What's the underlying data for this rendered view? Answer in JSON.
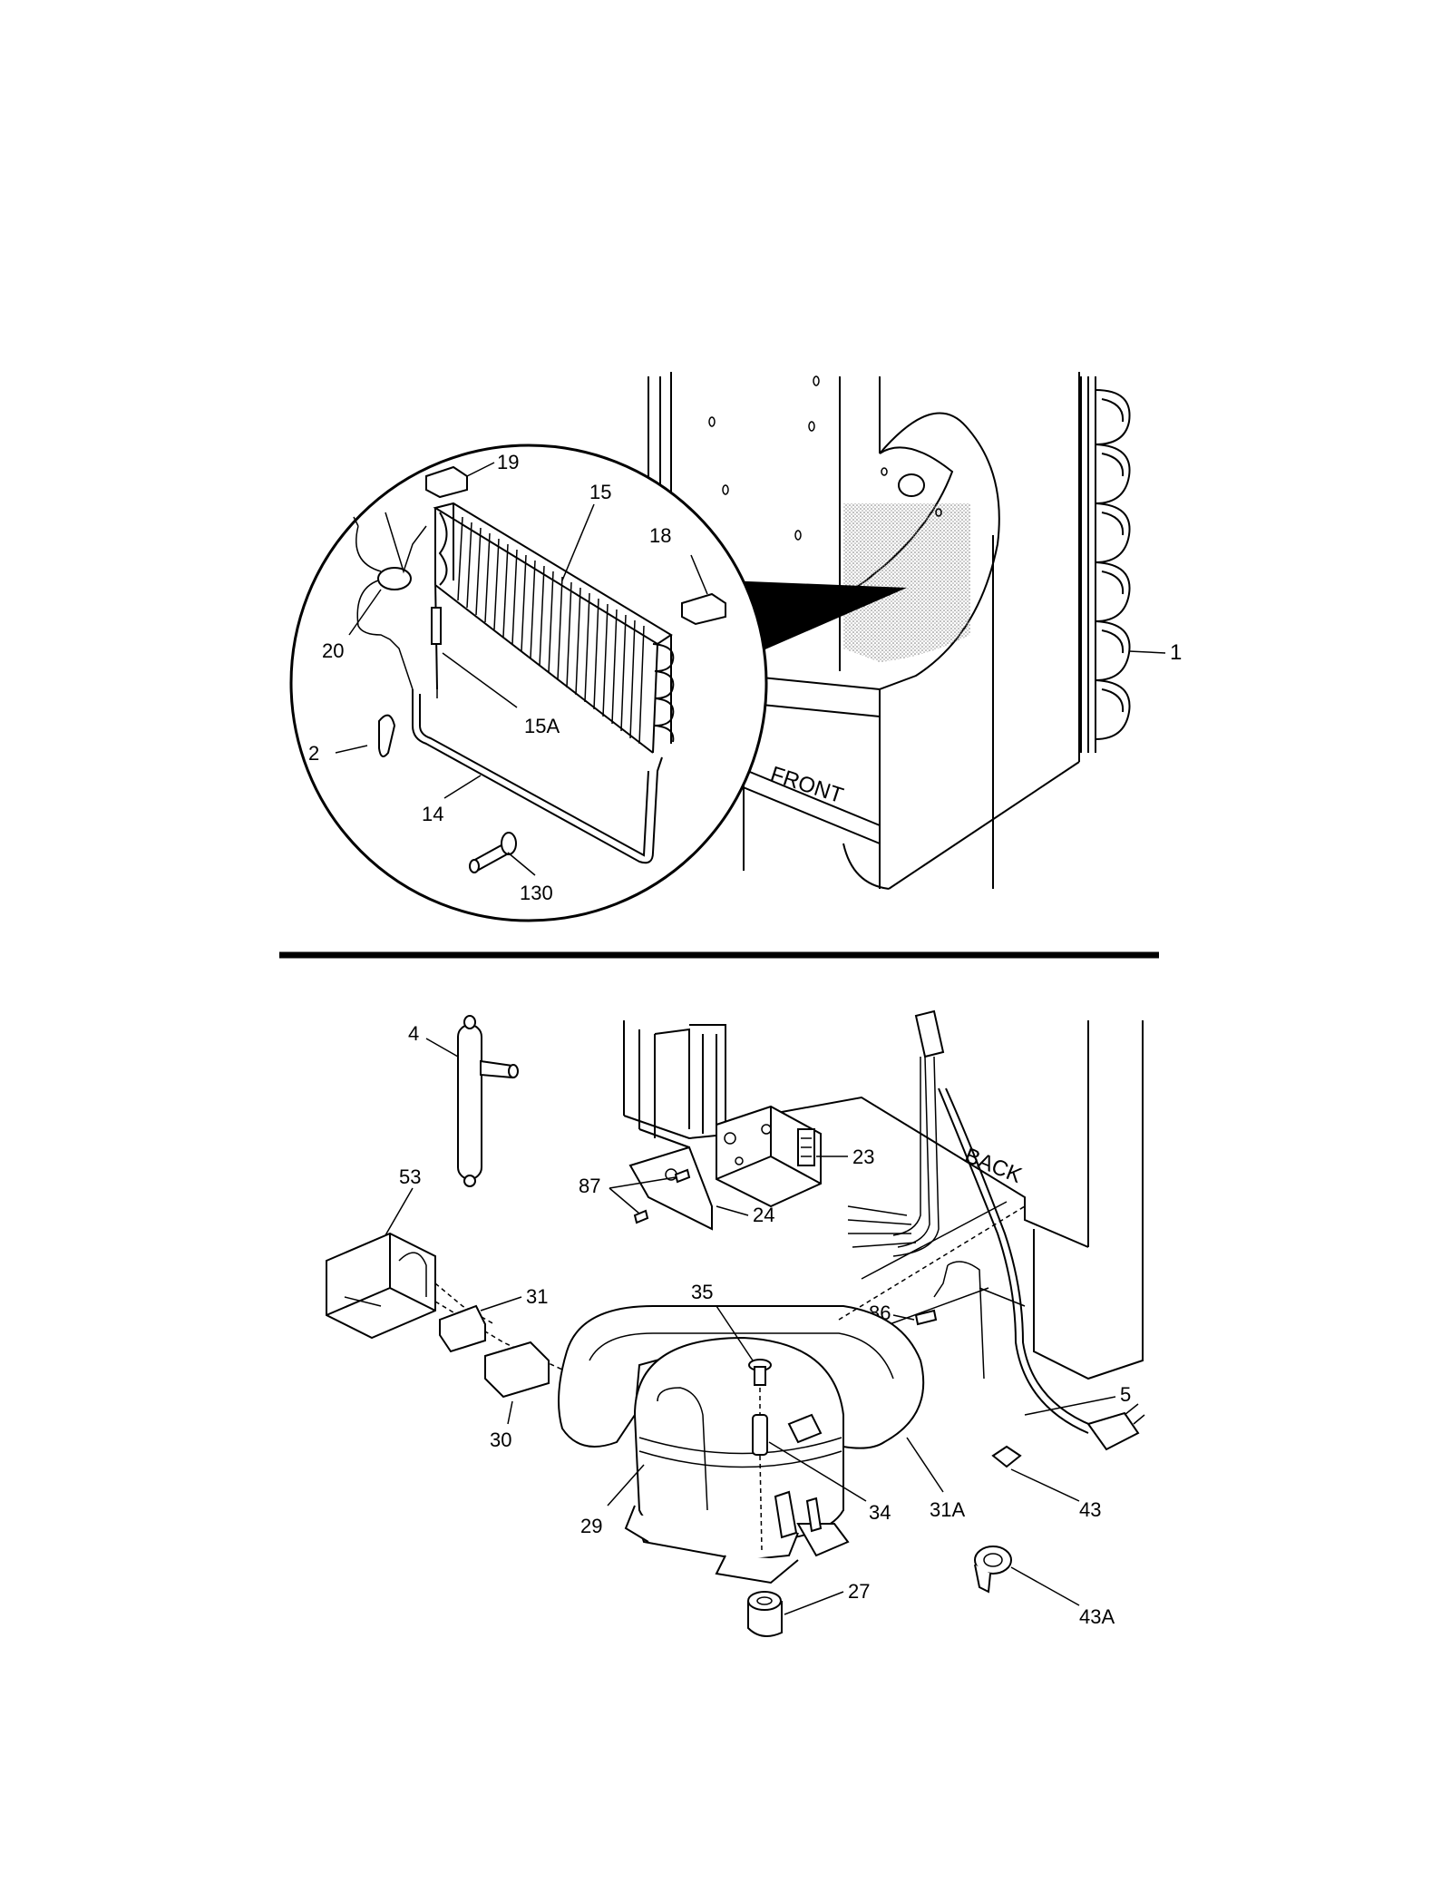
{
  "labels": {
    "l19": "19",
    "l15": "15",
    "l18": "18",
    "l20": "20",
    "l15a": "15A",
    "l2": "2",
    "l14": "14",
    "l130": "130",
    "l1": "1",
    "front": "FRONT",
    "l4": "4",
    "l53": "53",
    "l87": "87",
    "l23": "23",
    "l24": "24",
    "back": "BACK",
    "l31": "31",
    "l35": "35",
    "l86": "86",
    "l5": "5",
    "l30": "30",
    "l29": "29",
    "l34": "34",
    "l31a": "31A",
    "l43": "43",
    "l27": "27",
    "l43a": "43A"
  }
}
